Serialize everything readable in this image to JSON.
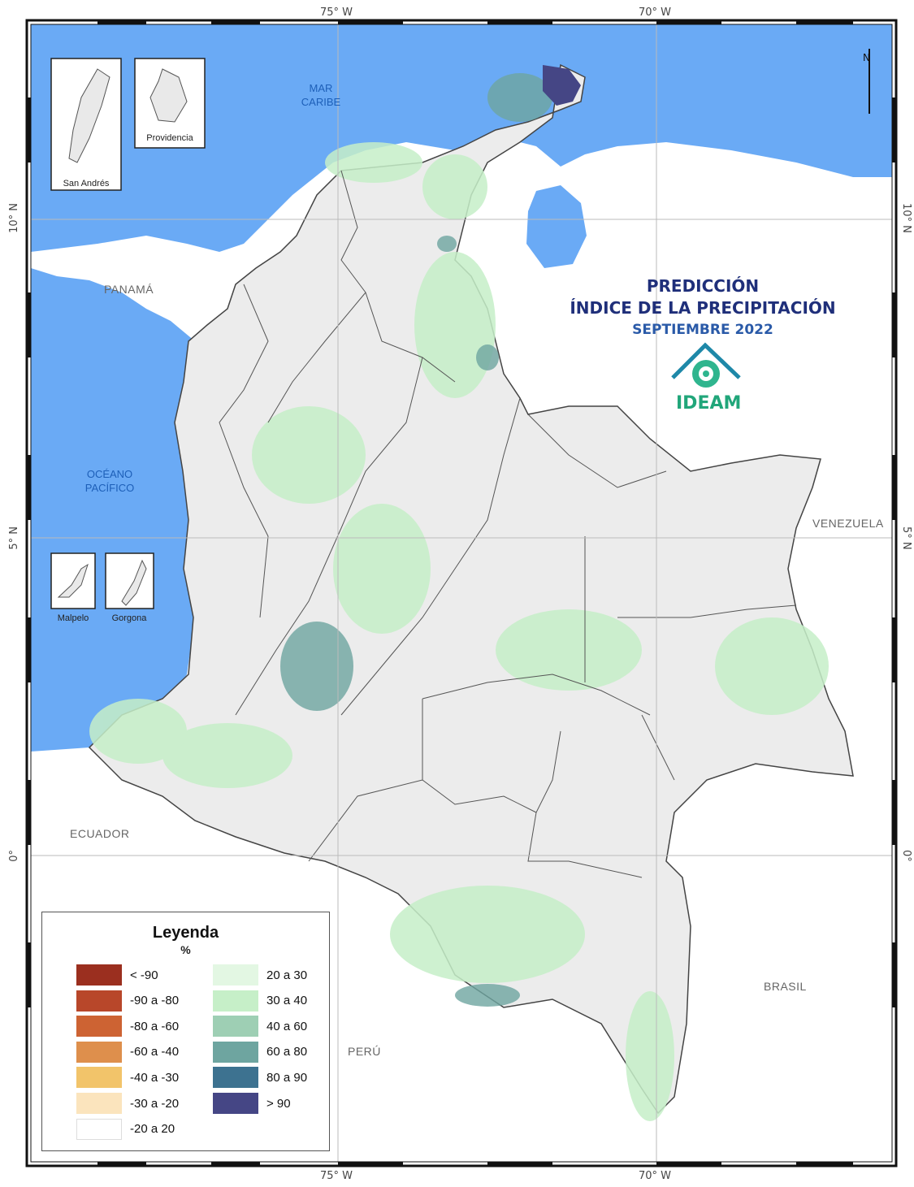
{
  "map": {
    "title_line1": "PREDICCIÓN",
    "title_line2": "ÍNDICE DE LA PRECIPITACIÓN",
    "title_line3": "SEPTIEMBRE 2022",
    "logo_text": "IDEAM",
    "coordinates": {
      "top_lon_1": "75° W",
      "top_lon_2": "70° W",
      "bottom_lon_1": "75° W",
      "bottom_lon_2": "70° W",
      "left_lat_10": "10° N",
      "left_lat_5": "5° N",
      "left_lat_0": "0°",
      "right_lat_10": "10° N",
      "right_lat_5": "5° N",
      "right_lat_0": "0°"
    },
    "places": {
      "panama": "PANAMÁ",
      "venezuela": "VENEZUELA",
      "ecuador": "ECUADOR",
      "peru": "PERÚ",
      "brasil": "BRASIL"
    },
    "seas": {
      "caribe_1": "MAR",
      "caribe_2": "CARIBE",
      "pacifico_1": "OCÉANO",
      "pacifico_2": "PACÍFICO"
    },
    "insets": {
      "san_andres": "San Andrés",
      "providencia": "Providencia",
      "malpelo": "Malpelo",
      "gorgona": "Gorgona"
    },
    "colors": {
      "ocean": "#6aaaf5",
      "land": "#ececec",
      "country": "#e9e9e9"
    }
  },
  "legend": {
    "title": "Leyenda",
    "unit": "%",
    "items": [
      {
        "label": "< -90",
        "color": "#9b2f1f"
      },
      {
        "label": "-90 a -80",
        "color": "#b8472a"
      },
      {
        "label": "-80 a -60",
        "color": "#cd6333"
      },
      {
        "label": "-60 a -40",
        "color": "#de8f4c"
      },
      {
        "label": "-40 a -30",
        "color": "#f2c46a"
      },
      {
        "label": "-30 a -20",
        "color": "#fbe4bd"
      },
      {
        "label": "-20 a 20",
        "color": "#ffffff"
      },
      {
        "label": "20 a 30",
        "color": "#e3f7e3"
      },
      {
        "label": "30 a 40",
        "color": "#c6efc8"
      },
      {
        "label": "40 a 60",
        "color": "#9ecfb4"
      },
      {
        "label": "60 a 80",
        "color": "#6ea5a0"
      },
      {
        "label": "80 a 90",
        "color": "#3d7290"
      },
      {
        "label": "> 90",
        "color": "#454685"
      }
    ]
  }
}
